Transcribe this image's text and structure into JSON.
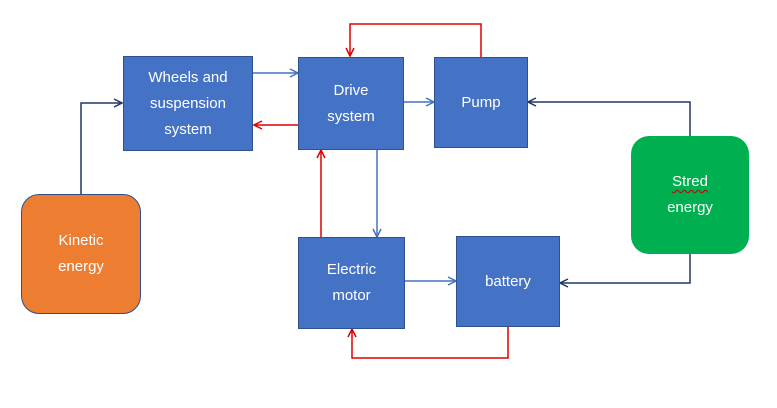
{
  "nodes": {
    "wheels": "Wheels and\nsuspension\nsystem",
    "drive": "Drive\nsystem",
    "pump": "Pump",
    "kinetic": "Kinetic\nenergy",
    "stored_word": "Stred",
    "stored_rest": "energy",
    "motor": "Electric\nmotor",
    "battery": "battery"
  },
  "colors": {
    "block": "#4472c4",
    "kinetic": "#ed7d31",
    "stored": "#00b050",
    "arrow_light": "#4472c4",
    "arrow_dark": "#203864",
    "arrow_red": "#e00000"
  }
}
